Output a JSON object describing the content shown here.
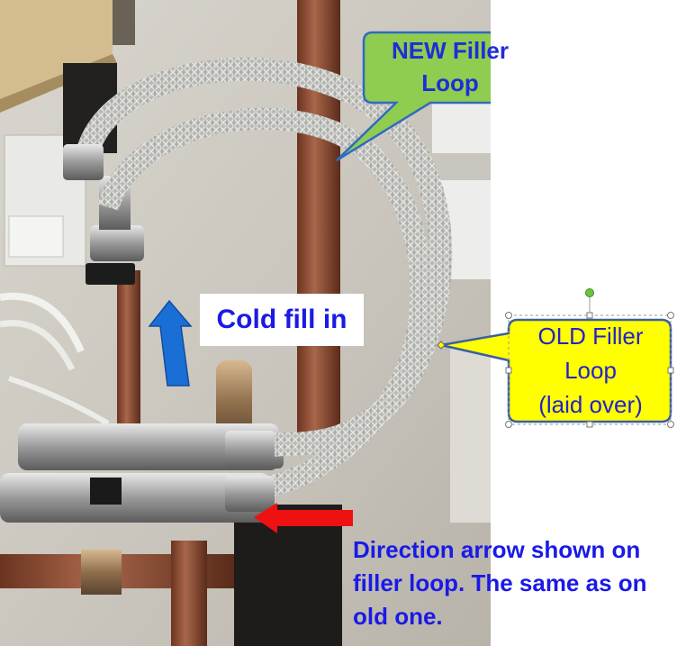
{
  "callouts": {
    "new_filler": [
      "NEW Filler",
      "Loop"
    ],
    "cold_fill": "Cold fill in",
    "old_filler": [
      "OLD Filler",
      "Loop",
      "(laid over)"
    ],
    "direction_note": [
      "Direction arrow shown on",
      "filler loop. The same as on",
      "old one."
    ]
  },
  "colors": {
    "new_callout_fill": "#8fcc50",
    "old_callout_fill": "#ffff00",
    "callout_text": "#1f2dd8",
    "blue_arrow": "#1a6fd6",
    "red_arrow": "#ee1111"
  },
  "icons": [
    "up-arrow-icon",
    "left-arrow-icon",
    "selection-handle-icon"
  ]
}
